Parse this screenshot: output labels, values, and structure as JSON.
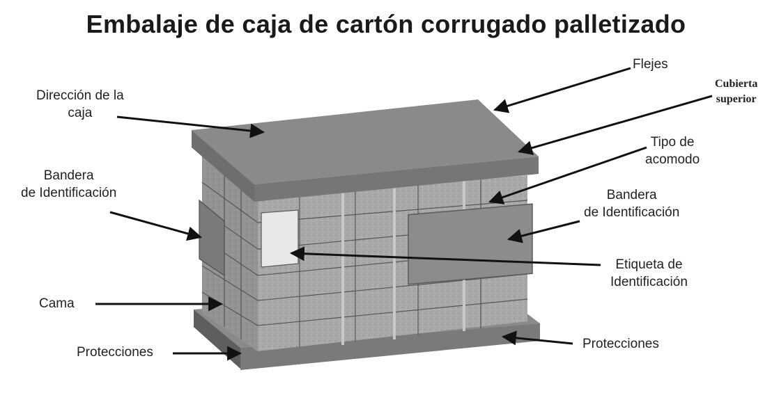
{
  "title": "Embalaje de caja de cartón corrugado palletizado",
  "labels": {
    "flejes": "Flejes",
    "cubierta": [
      "Cubierta",
      "superior"
    ],
    "direccion": [
      "Dirección de la",
      "caja"
    ],
    "tipo": [
      "Tipo de",
      "acomodo"
    ],
    "bandera_left": [
      "Bandera",
      "de Identificación"
    ],
    "bandera_right": [
      "Bandera",
      "de Identificación"
    ],
    "etiqueta": [
      "Etiqueta de",
      "Identificación"
    ],
    "cama": "Cama",
    "protecciones_left": "Protecciones",
    "protecciones_right": "Protecciones"
  },
  "colors": {
    "box_face": "#a8a8a8",
    "box_side": "#9a9a9a",
    "cover_top": "#8a8a8a",
    "cover_edge": "#707070",
    "flag": "#8c8c8c",
    "label_white": "#e8e8e8",
    "ink": "#111111"
  }
}
